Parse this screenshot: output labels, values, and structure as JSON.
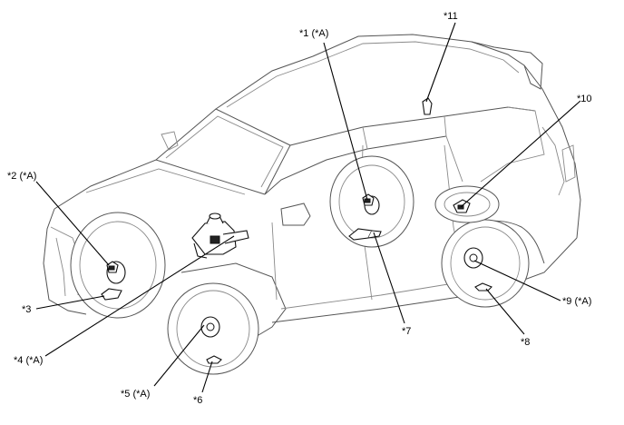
{
  "callouts": [
    {
      "id": "c1",
      "text": "*1 (*A)"
    },
    {
      "id": "c2",
      "text": "*2 (*A)"
    },
    {
      "id": "c3",
      "text": "*3"
    },
    {
      "id": "c4",
      "text": "*4 (*A)"
    },
    {
      "id": "c5",
      "text": "*5 (*A)"
    },
    {
      "id": "c6",
      "text": "*6"
    },
    {
      "id": "c7",
      "text": "*7"
    },
    {
      "id": "c8",
      "text": "*8"
    },
    {
      "id": "c9",
      "text": "*9 (*A)"
    },
    {
      "id": "c10",
      "text": "*10"
    },
    {
      "id": "c11",
      "text": "*11"
    }
  ]
}
